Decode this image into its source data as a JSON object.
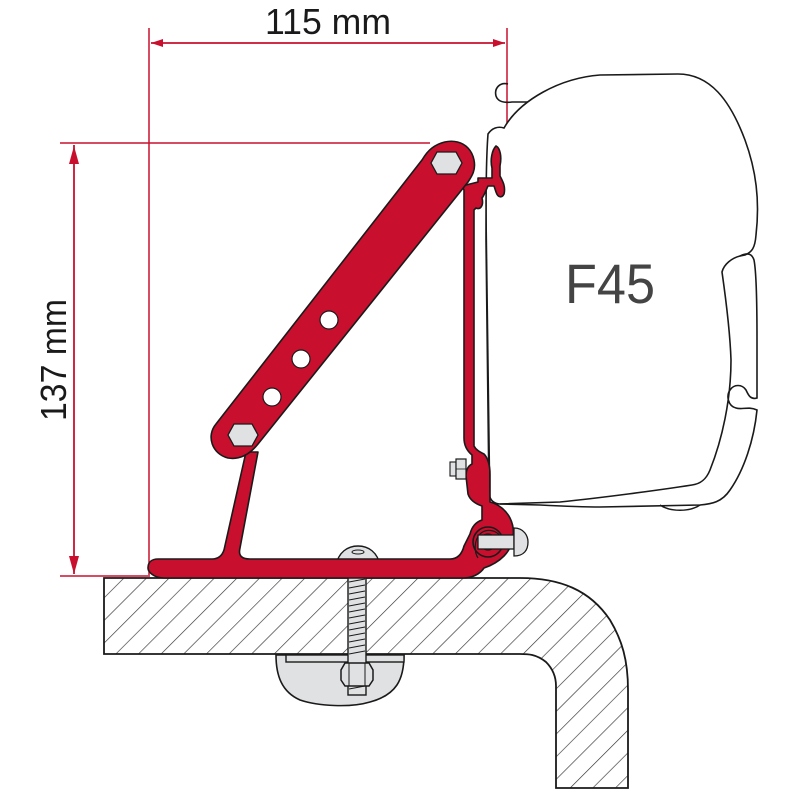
{
  "diagram": {
    "type": "technical-mounting-diagram",
    "dimensions": {
      "horizontal": {
        "label": "115 mm",
        "value": 115,
        "unit": "mm"
      },
      "vertical": {
        "label": "137 mm",
        "value": 137,
        "unit": "mm"
      }
    },
    "awning": {
      "label": "F45"
    },
    "components": [
      "dimension-line-horizontal",
      "dimension-line-vertical",
      "awning-cassette",
      "mounting-bracket",
      "diagonal-strut",
      "hex-bolts",
      "adjustment-holes",
      "mounting-bolt",
      "backing-plate",
      "roof-profile-section"
    ],
    "colors": {
      "bracket_red": "#c8102e",
      "dimension_red": "#c8102e",
      "outline": "#1a1a1a",
      "hardware_gray": "#e0e1e3",
      "hatch": "#333333"
    },
    "adjustment_hole_count": 3
  }
}
